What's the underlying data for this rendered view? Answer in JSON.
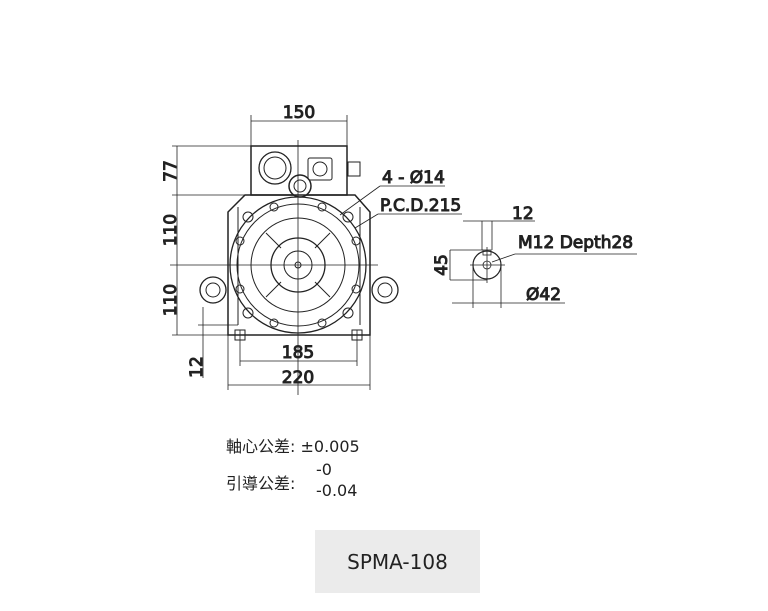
{
  "drawing": {
    "dims": {
      "box_width": "150",
      "box_height": "77",
      "upper_height": "110",
      "lower_height": "110",
      "foot_height": "12",
      "foot_span": "185",
      "total_width": "220",
      "holes": "4 - Ø14",
      "pcd": "P.C.D.215",
      "key_width": "12",
      "thread": "M12 Depth28",
      "shaft_height": "45",
      "shaft_diameter": "Ø42"
    }
  },
  "tolerances": {
    "shaft_label": "軸心公差:",
    "shaft_value": "±0.005",
    "pilot_label": "引導公差:",
    "pilot_upper": "-0",
    "pilot_lower": "-0.04"
  },
  "model": "SPMA-108"
}
